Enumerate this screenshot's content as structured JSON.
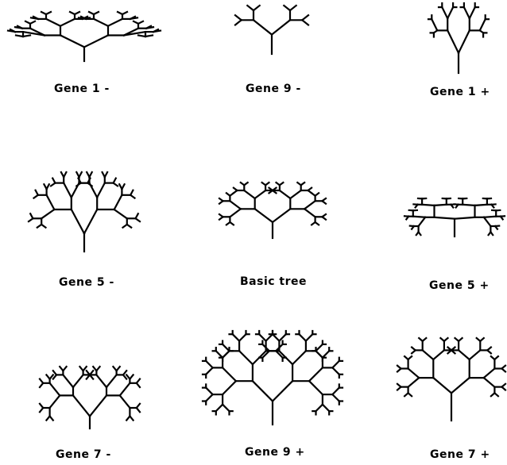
{
  "figure": {
    "panels": [
      {
        "id": "gene1-minus",
        "label": "Gene 1 -"
      },
      {
        "id": "gene9-minus",
        "label": "Gene 9 -"
      },
      {
        "id": "gene1-plus",
        "label": "Gene 1 +"
      },
      {
        "id": "gene5-minus",
        "label": "Gene 5 -"
      },
      {
        "id": "basic-tree",
        "label": "Basic tree"
      },
      {
        "id": "gene5-plus",
        "label": "Gene 5 +"
      },
      {
        "id": "gene7-minus",
        "label": "Gene 7 -"
      },
      {
        "id": "gene9-plus",
        "label": "Gene 9 +"
      },
      {
        "id": "gene7-plus",
        "label": "Gene 7 +"
      }
    ]
  },
  "colors": {
    "ink": "#000000",
    "background": "#ffffff"
  }
}
